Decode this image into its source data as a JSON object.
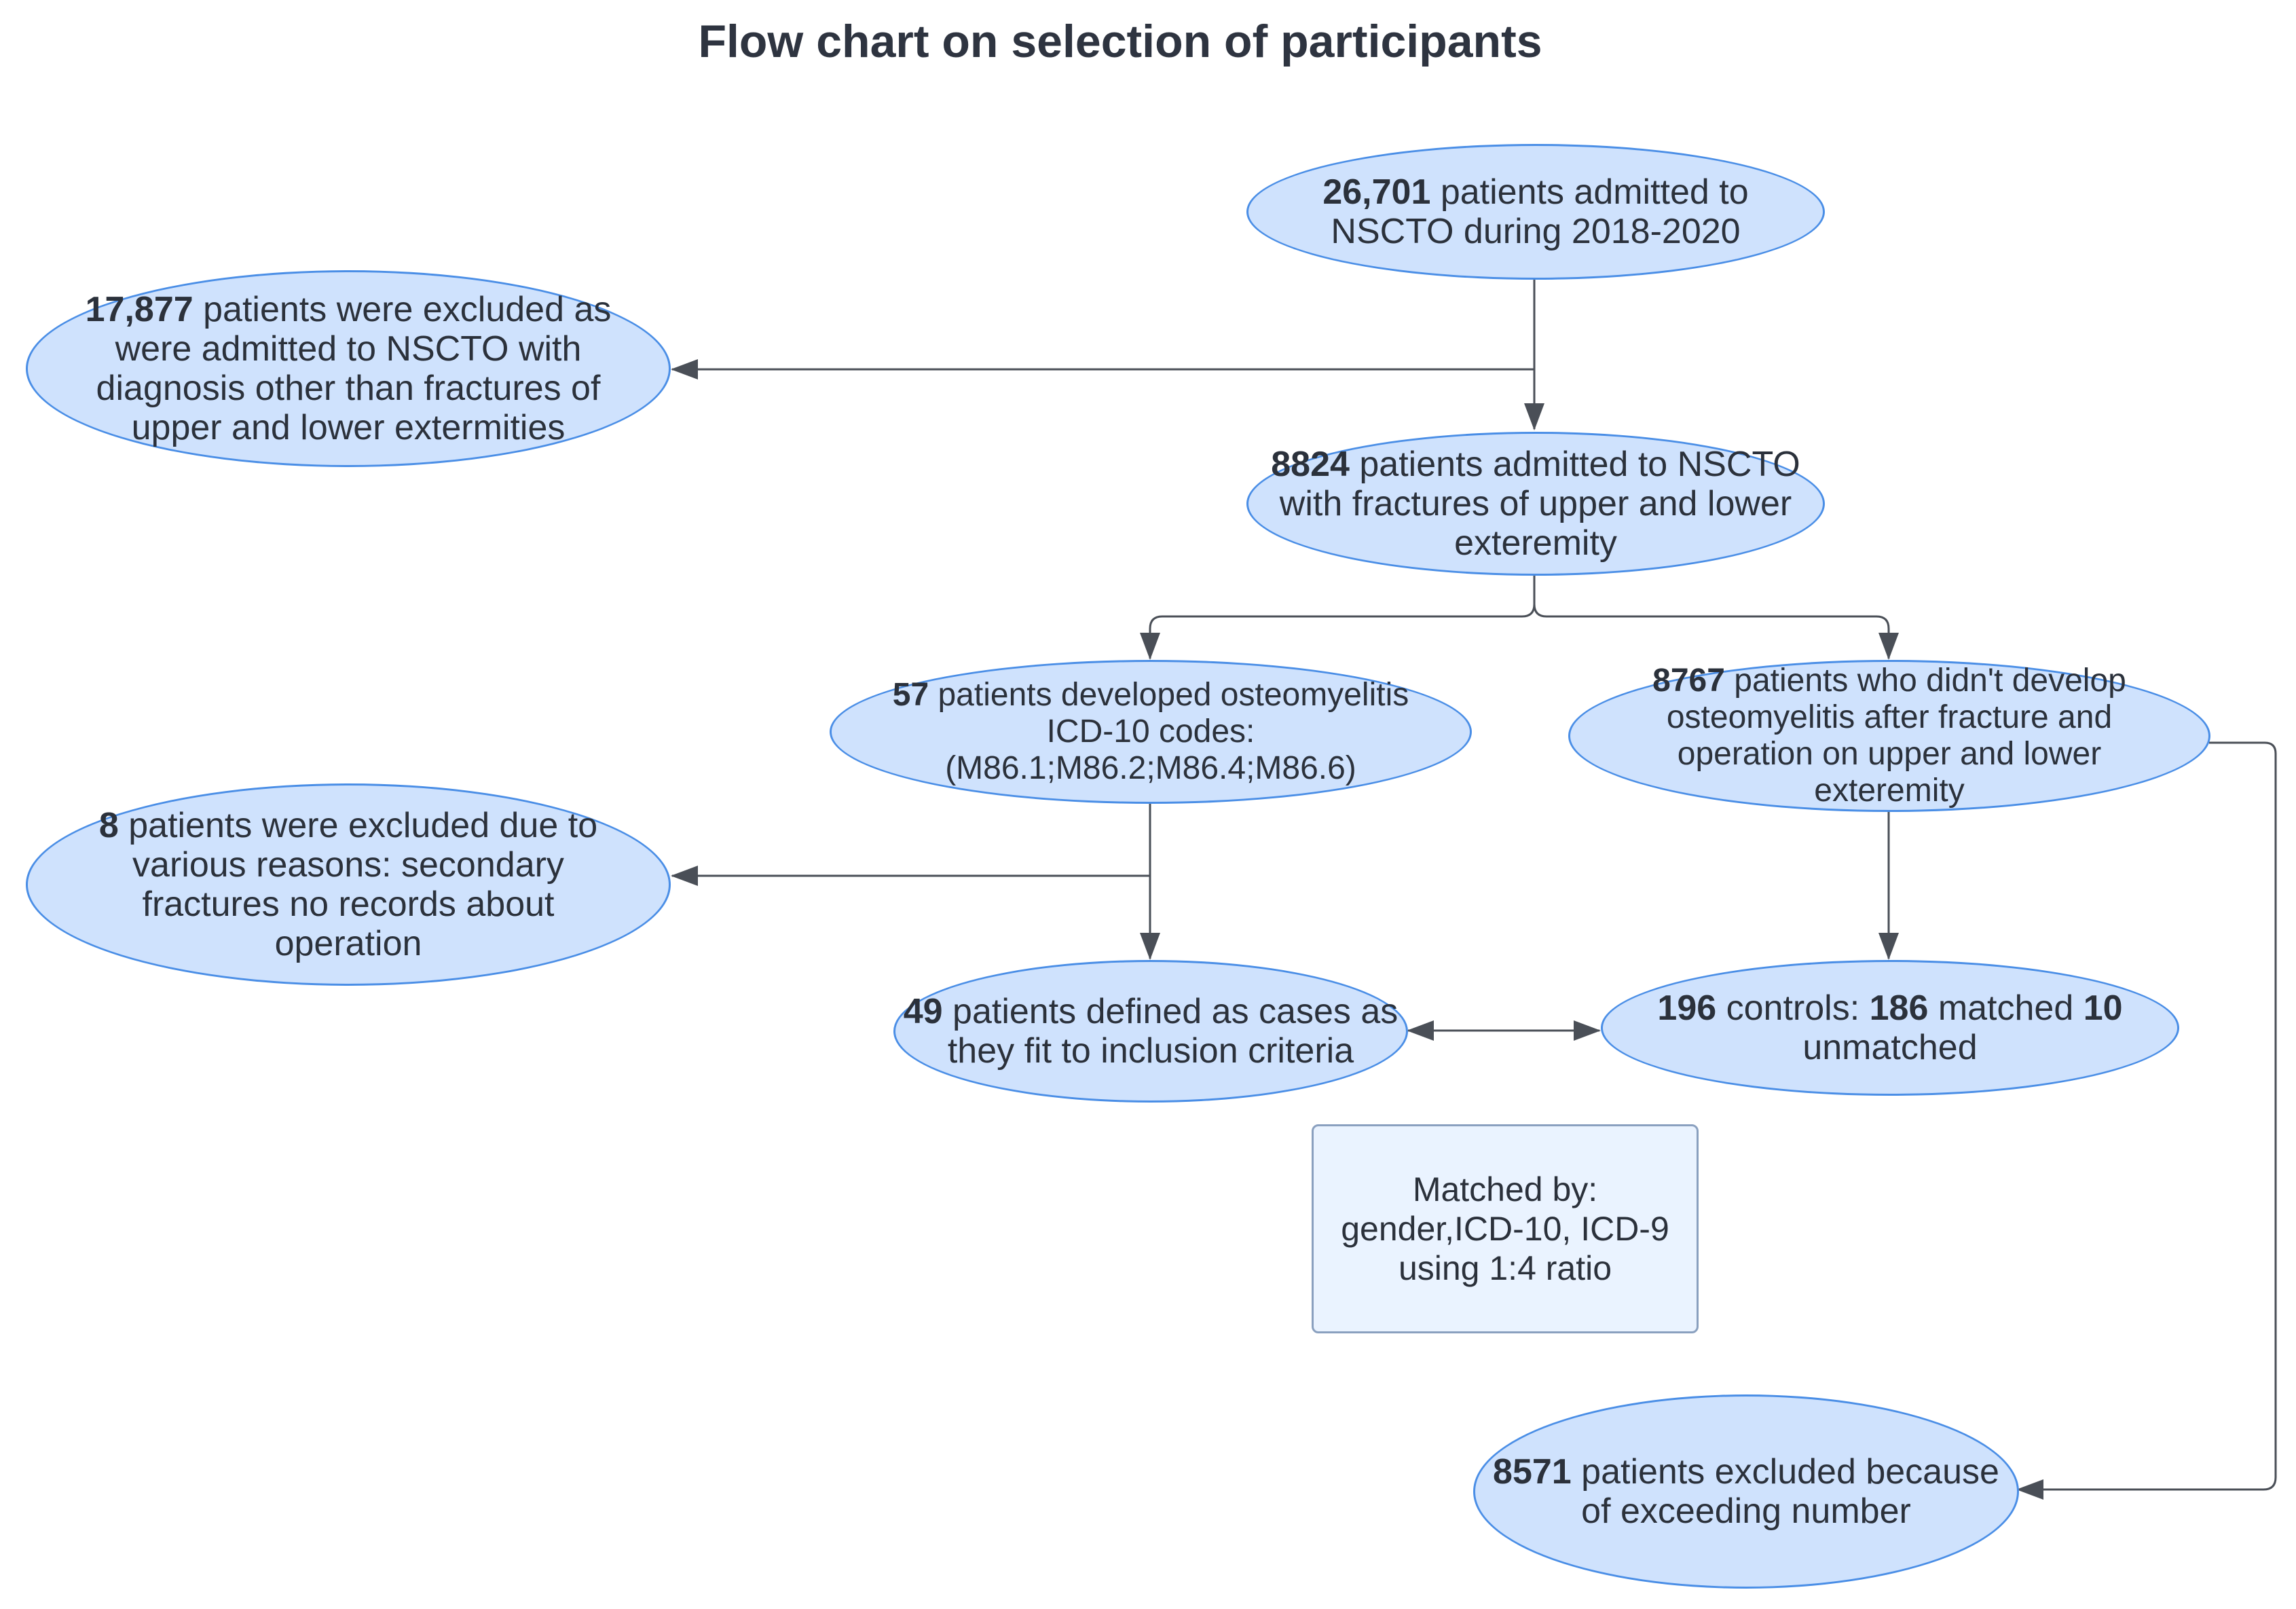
{
  "title": "Flow chart on selection of participants",
  "nodes": {
    "admitted": {
      "num": "26,701",
      "text": " patients admitted to NSCTO during 2018-2020"
    },
    "excluded_other_dx": {
      "num": "17,877",
      "text": " patients were excluded as were admitted to NSCTO with diagnosis other than fractures of upper and lower extermities"
    },
    "fractures": {
      "num": "8824",
      "text": " patients admitted to NSCTO with fractures of upper and lower exteremity"
    },
    "osteomyelitis": {
      "num": "57",
      "text": " patients developed osteomyelitis ICD-10 codes:(M86.1;M86.2;M86.4;M86.6)"
    },
    "no_osteomyelitis": {
      "num": "8767",
      "text": " patients who didn't develop osteomyelitis after fracture and operation on upper and lower exteremity"
    },
    "excluded_various": {
      "num": "8",
      "text": " patients were excluded due to various reasons: secondary fractures no records about operation"
    },
    "cases": {
      "num": "49",
      "text": " patients defined as cases as they fit to inclusion criteria"
    },
    "controls": {
      "num": "196",
      "text1": " controls: ",
      "num2": "186",
      "text2": " matched ",
      "num3": "10",
      "text3": " unmatched"
    },
    "excluded_exceeding": {
      "num": "8571",
      "text": " patients excluded because of exceeding number"
    }
  },
  "note": {
    "text": "Matched by: gender,ICD-10, ICD-9 using 1:4 ratio"
  },
  "colors": {
    "node_fill": "#cfe2fd",
    "node_border": "#4a8ee6",
    "note_fill": "#eaf3ff",
    "edge": "#4a4f57"
  }
}
